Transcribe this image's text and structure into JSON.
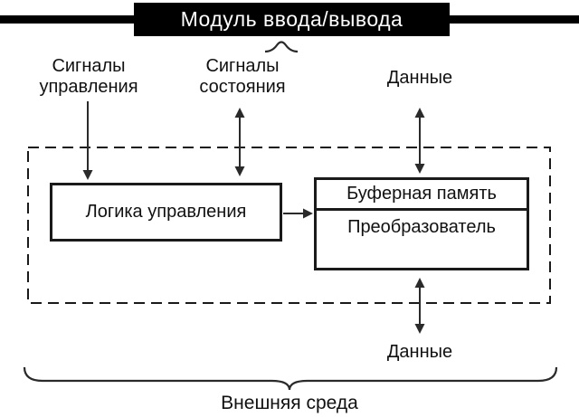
{
  "title": "Модуль ввода/вывода",
  "top_labels": {
    "control_signals": [
      "Сигналы",
      "управления"
    ],
    "status_signals": [
      "Сигналы",
      "состояния"
    ],
    "data": "Данные"
  },
  "blocks": {
    "control_logic": "Логика управления",
    "buffer_memory": "Буферная память",
    "converter": "Преобразователь"
  },
  "bottom_labels": {
    "data": "Данные",
    "environment": "Внешняя среда"
  },
  "colors": {
    "line": "#2a2a2a",
    "box_border": "#1a1a1a",
    "title_bg": "#000000",
    "title_text": "#ffffff"
  }
}
